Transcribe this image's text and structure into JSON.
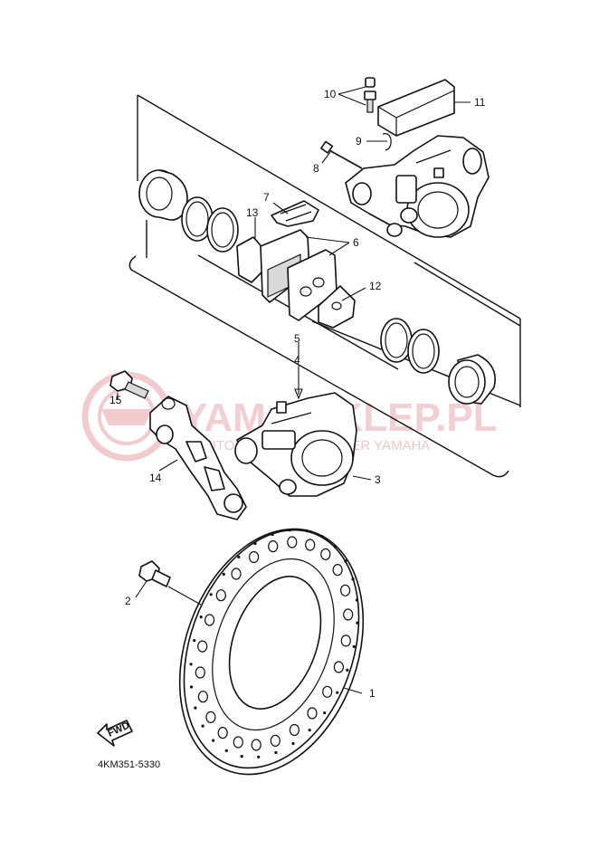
{
  "diagram_code": "4KM351-5330",
  "watermark": {
    "main": "YAMA-SKLEP.PL",
    "sub": "AUTORYZOWANY DEALER YAMAHA"
  },
  "direction_arrow": "FWD",
  "callouts": {
    "c1": "1",
    "c2": "2",
    "c3": "3",
    "c4": "4",
    "c5": "5",
    "c6": "6",
    "c7": "7",
    "c8": "8",
    "c9": "9",
    "c10": "10",
    "c11": "11",
    "c12": "12",
    "c13": "13",
    "c14": "14",
    "c15": "15"
  },
  "colors": {
    "line": "#111111",
    "watermark": "#e8a9ae",
    "background": "#ffffff"
  },
  "icons": [
    "watermark-logo-icon",
    "fwd-arrow-icon"
  ]
}
